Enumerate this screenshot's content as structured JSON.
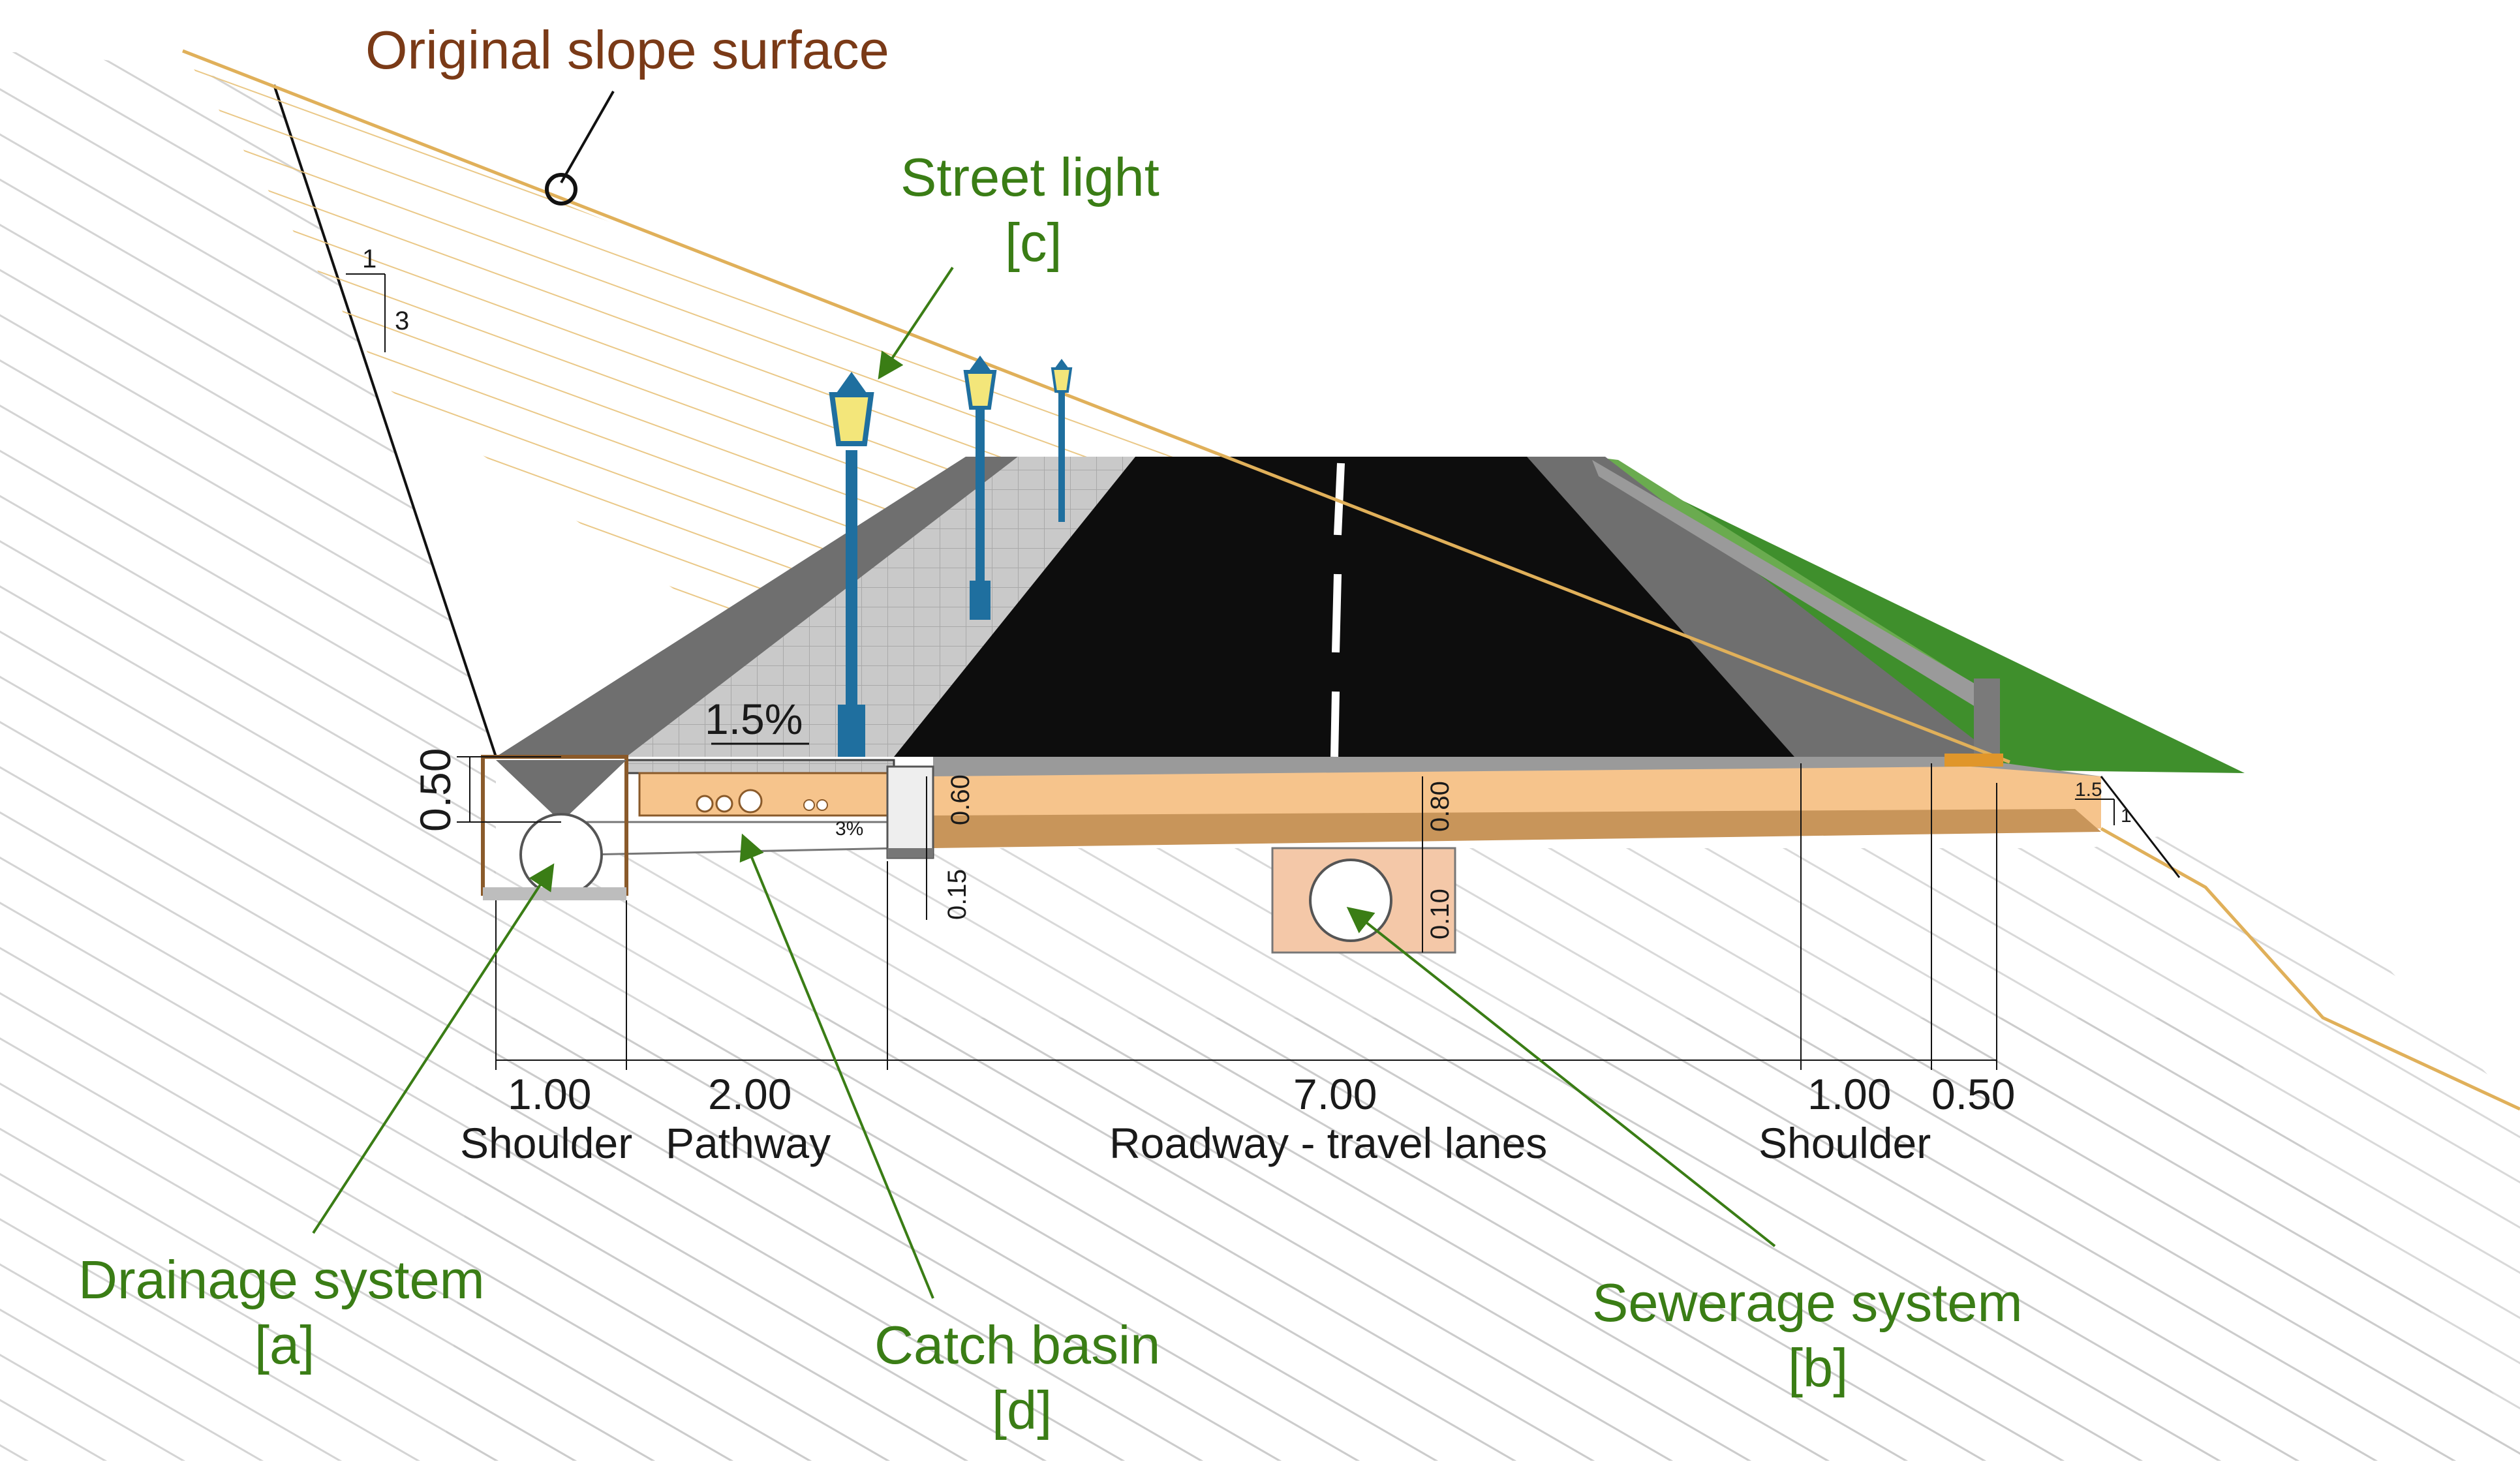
{
  "labels": {
    "original_slope": "Original slope surface",
    "street_light": "Street light",
    "street_light_ref": "[c]",
    "drainage": "Drainage system",
    "drainage_ref": "[a]",
    "catch_basin": "Catch basin",
    "catch_basin_ref": "[d]",
    "sewerage": "Sewerage system",
    "sewerage_ref": "[b]"
  },
  "dimensions": {
    "shoulder_left_value": "1.00",
    "shoulder_left_label": "Shoulder",
    "pathway_value": "2.00",
    "pathway_label": "Pathway",
    "roadway_value": "7.00",
    "roadway_label": "Roadway - travel lanes",
    "shoulder_right_value": "1.00",
    "shoulder_right_label": "Shoulder",
    "edge_value": "0.50",
    "ditch_depth": "0.50",
    "pathway_slope": "1.5%",
    "pipe_slope": "3%",
    "pavement_depth_left": "0.60",
    "pavement_depth_right": "0.80",
    "curb_depth": "0.15",
    "sewer_cover": "0.10",
    "cut_slope_rise": "1",
    "cut_slope_run": "3",
    "fill_slope_run": "1.5",
    "fill_slope_rise": "1"
  },
  "colors": {
    "label_brown": "#7a3a17",
    "label_green": "#3a7d15",
    "asphalt": "#0d0d0d",
    "pavement_layer": "#f6c48c",
    "base_layer": "#c8955a",
    "grass": "#3f8f2c",
    "lamp_post": "#1f6f9f",
    "slope_line": "#e0b05a"
  }
}
